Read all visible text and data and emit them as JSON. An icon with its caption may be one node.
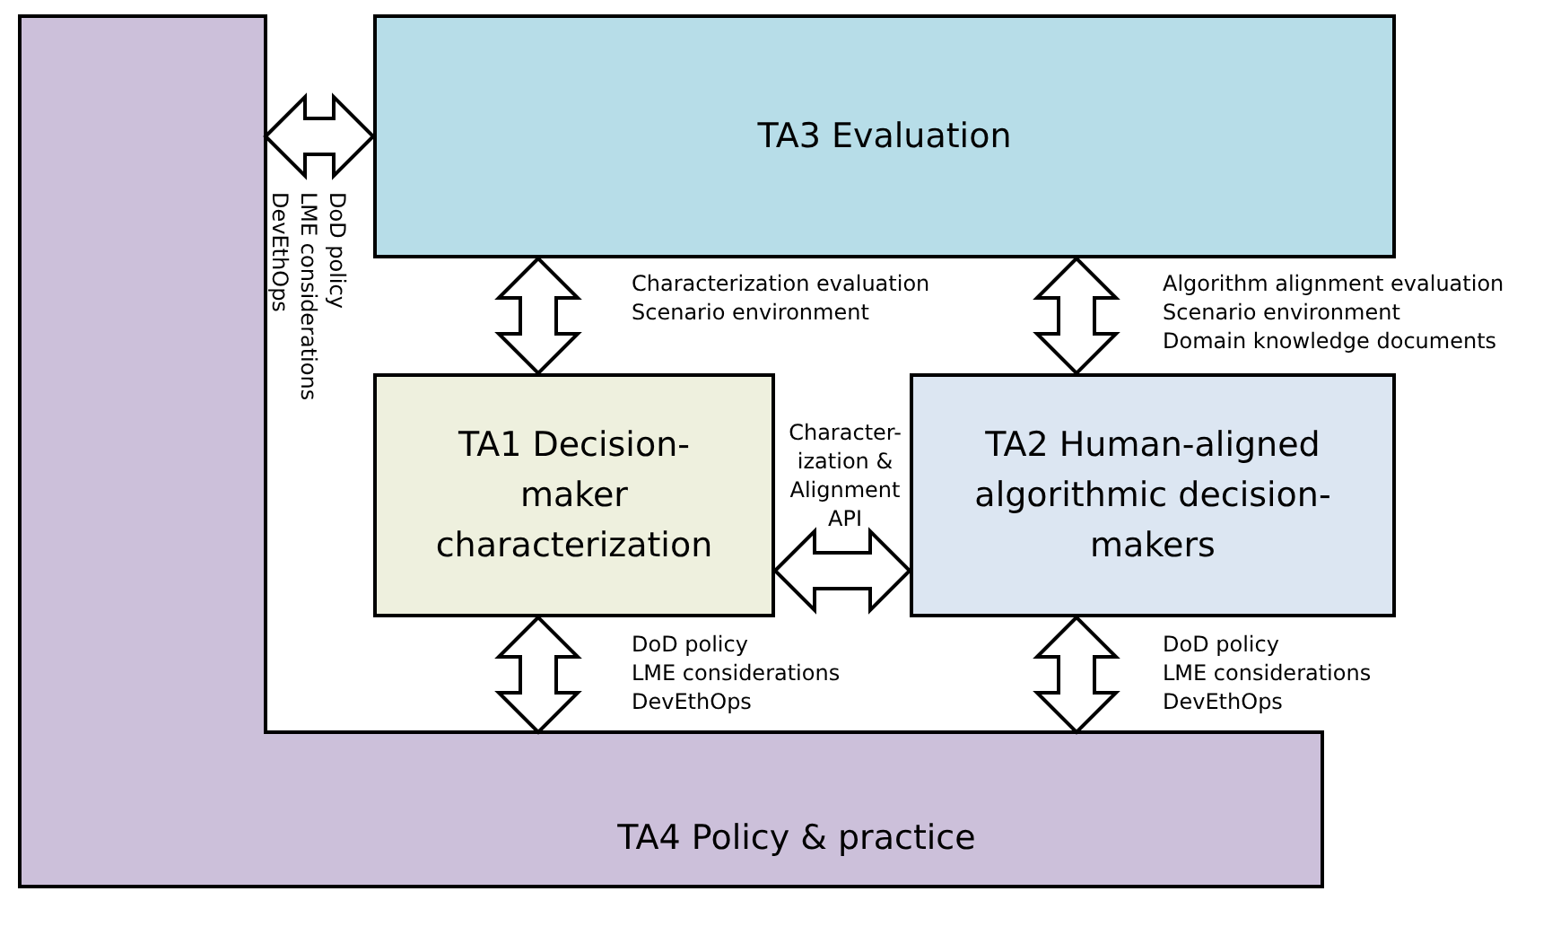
{
  "diagram": {
    "nodes": [
      {
        "text": [
          "TA3 Evaluation"
        ]
      },
      {
        "text": [
          "TA1 Decision-maker characterization"
        ]
      },
      {
        "text": [
          "TA2 Human-aligned algorithmic decision-makers"
        ]
      },
      {
        "text": [
          "TA4 Policy & practice"
        ]
      }
    ],
    "edges": [
      {
        "from": 3,
        "to": 0,
        "arrow": "both",
        "label": "DoD policy LME considerations DevEthOps"
      },
      {
        "from": 0,
        "to": 1,
        "arrow": "both",
        "label": "Characterization evaluation Scenario environment"
      },
      {
        "from": 0,
        "to": 2,
        "arrow": "both",
        "label": "Algorithm alignment evaluation Scenario environment Domain knowledge documents"
      },
      {
        "from": 1,
        "to": 2,
        "arrow": "both",
        "label": "Character-ization & Alignment API"
      },
      {
        "from": 1,
        "to": 3,
        "arrow": "both",
        "label": "DoD policy LME considerations DevEthOps"
      },
      {
        "from": 2,
        "to": 3,
        "arrow": "both",
        "label": "DoD policy LME considerations DevEthOps"
      }
    ]
  }
}
